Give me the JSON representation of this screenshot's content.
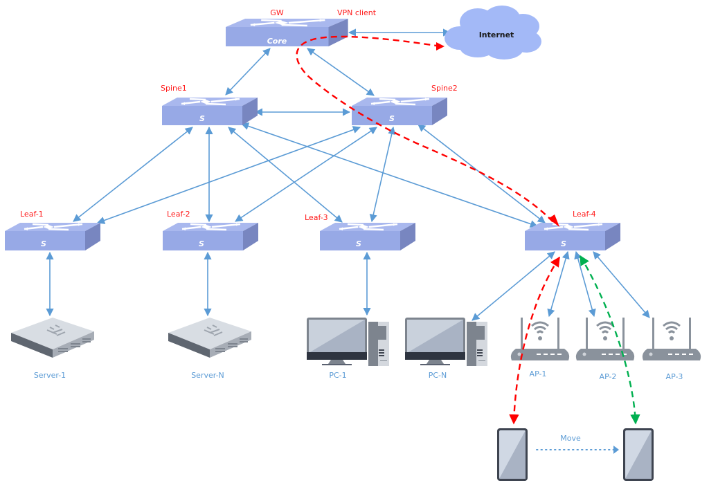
{
  "title_labels": {
    "gw": "GW",
    "vpn_client": "VPN client"
  },
  "core": {
    "label": "Core"
  },
  "internet": {
    "label": "Internet"
  },
  "spines": [
    {
      "id": "spine1",
      "label": "Spine1",
      "glyph": "S"
    },
    {
      "id": "spine2",
      "label": "Spine2",
      "glyph": "S"
    }
  ],
  "leaves": [
    {
      "id": "leaf1",
      "label": "Leaf-1",
      "glyph": "S"
    },
    {
      "id": "leaf2",
      "label": "Leaf-2",
      "glyph": "S"
    },
    {
      "id": "leaf3",
      "label": "Leaf-3",
      "glyph": "S"
    },
    {
      "id": "leaf4",
      "label": "Leaf-4",
      "glyph": "S"
    }
  ],
  "servers": [
    {
      "id": "server1",
      "label": "Server-1"
    },
    {
      "id": "serverN",
      "label": "Server-N"
    }
  ],
  "pcs": [
    {
      "id": "pc1",
      "label": "PC-1"
    },
    {
      "id": "pcN",
      "label": "PC-N"
    }
  ],
  "aps": [
    {
      "id": "ap1",
      "label": "AP-1"
    },
    {
      "id": "ap2",
      "label": "AP-2"
    },
    {
      "id": "ap3",
      "label": "AP-3"
    }
  ],
  "mobile": {
    "move_label": "Move"
  },
  "colors": {
    "link": "#5b9bd5",
    "vpn_path": "#ff0000",
    "roam_path": "#00b050",
    "switch_top": "#a9b8ee",
    "switch_front": "#97a9e6",
    "switch_side": "#7886c0",
    "cloud": "#a3b9f7",
    "label_red": "#ff1a1a",
    "label_blue": "#5b9bd5"
  }
}
